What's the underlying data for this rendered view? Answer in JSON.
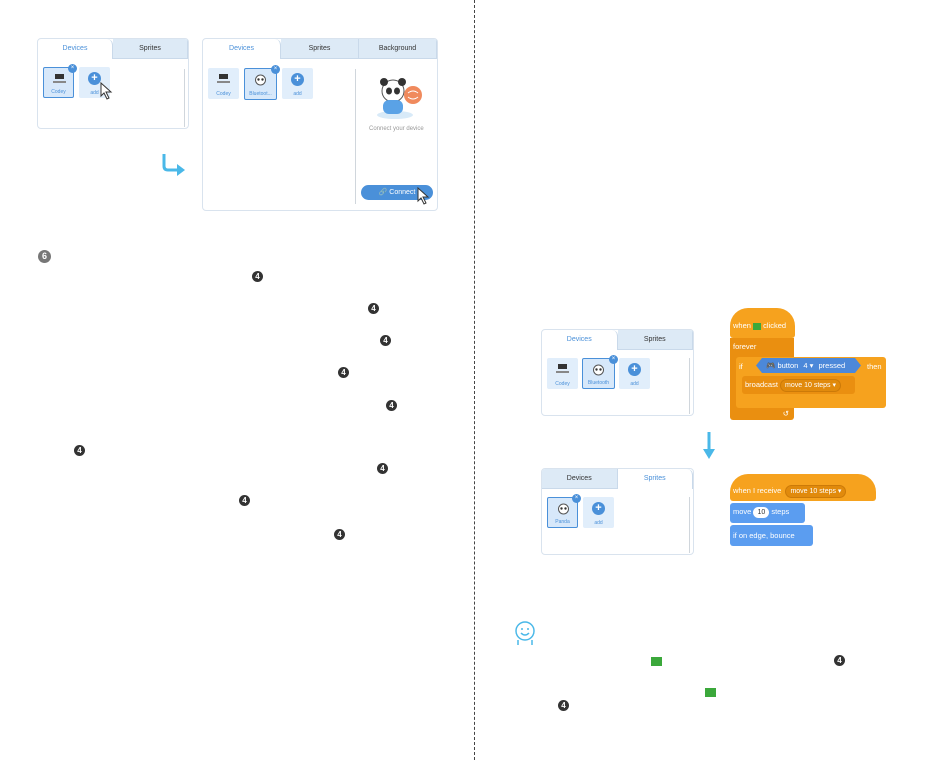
{
  "panel_tl": {
    "tabs": [
      "Devices",
      "Sprites"
    ],
    "tiles": [
      {
        "label": "Codey"
      },
      {
        "label": "add"
      }
    ]
  },
  "panel_tr": {
    "tabs": [
      "Devices",
      "Sprites",
      "Background"
    ],
    "tiles": [
      {
        "label": "Codey"
      },
      {
        "label": "Bluetoot..."
      },
      {
        "label": "add"
      }
    ],
    "caption": "Connect your device",
    "connect_label": "Connect"
  },
  "panel_mid": {
    "tabs": [
      "Devices",
      "Sprites"
    ],
    "tiles": [
      {
        "label": "Codey"
      },
      {
        "label": "Bluetooth"
      },
      {
        "label": "add"
      }
    ]
  },
  "panel_low": {
    "tabs": [
      "Devices",
      "Sprites"
    ],
    "tiles": [
      {
        "label": "Panda"
      },
      {
        "label": "add"
      }
    ]
  },
  "step_badge": "6",
  "ref_badge": "4",
  "icons": {
    "close": "×",
    "plus": "+"
  },
  "script1": {
    "hat": "clicked",
    "hat_prefix": "when",
    "forever": "forever",
    "if": "if",
    "button": "button",
    "button_value": "4 ▾",
    "pressed": "pressed",
    "then": "then",
    "broadcast": "broadcast",
    "message": "move 10 steps ▾",
    "loop_arrow": "↺"
  },
  "script2": {
    "hat": "when I receive",
    "message": "move 10 steps ▾",
    "move": "move",
    "steps_value": "10",
    "steps": "steps",
    "bounce": "if on edge, bounce"
  },
  "colors": {
    "accent": "#4a90d9",
    "event": "#f6a21e",
    "motion": "#4c88d9",
    "arrow": "#4ab8e8"
  }
}
